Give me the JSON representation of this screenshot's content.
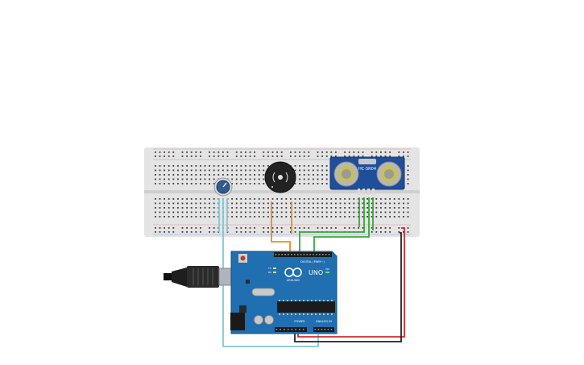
{
  "canvas": {
    "background": "#ffffff"
  },
  "breadboard": {
    "color": "#e4e4e4",
    "hole_color": "#3c3c3c",
    "rail_red": "#d64a4a",
    "rail_blue": "#4a6fd6"
  },
  "components": {
    "potentiometer": {
      "icon": "potentiometer-knob-icon",
      "color": "#2f5b8f"
    },
    "buzzer": {
      "icon": "speaker-icon",
      "color": "#222222"
    },
    "ultrasonic": {
      "label": "HC-SR04",
      "color": "#1f4e9a",
      "icon": "ultrasonic-sensor-icon"
    },
    "arduino": {
      "board_label": "UNO",
      "brand_label": "ARDUINO",
      "digital_label": "DIGITAL (PWM~)",
      "power_label": "POWER",
      "analog_label": "ANALOG IN",
      "on_label": "ON",
      "tx_label": "TX",
      "rx_label": "RX",
      "color": "#1f6fb1",
      "logo_icon": "infinity-logo-icon"
    },
    "usb_cable": {
      "icon": "usb-plug-icon",
      "color": "#1e1e1e"
    }
  },
  "wires": {
    "orange": "#f08a1a",
    "green": "#3aa53a",
    "red": "#d12b2b",
    "black": "#222222",
    "cyan": "#7ec9d6"
  }
}
